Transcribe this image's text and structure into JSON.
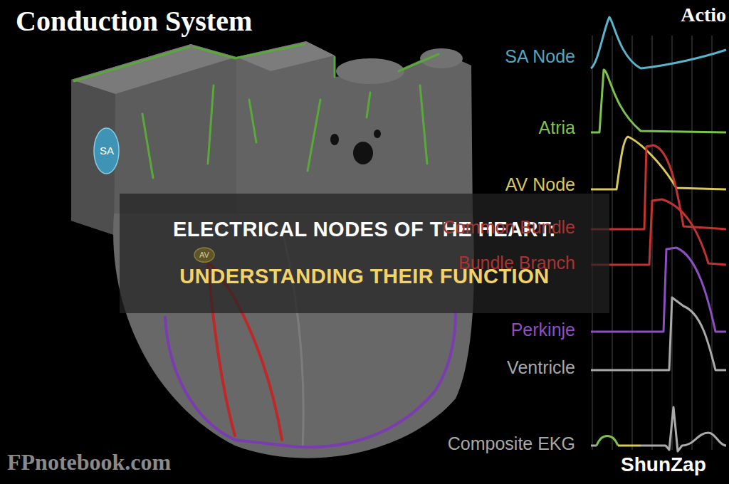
{
  "diagram": {
    "title": "Conduction System",
    "nodes": [
      {
        "text": [
          "SA"
        ]
      },
      {
        "text": [
          "AV"
        ]
      },
      {
        "text": [
          "ELECTRICAL NODES OF THE HEART:",
          "UNDERSTANDING THEIR FUNCTION"
        ]
      }
    ],
    "labels": [
      "Actio",
      "SA Node",
      "Atria",
      "AV Node",
      "Common Bundle",
      "Bundle Branch",
      "Perkinje",
      "Ventricle",
      "Composite EKG",
      "FPnotebook.com",
      "ShunZap"
    ]
  }
}
